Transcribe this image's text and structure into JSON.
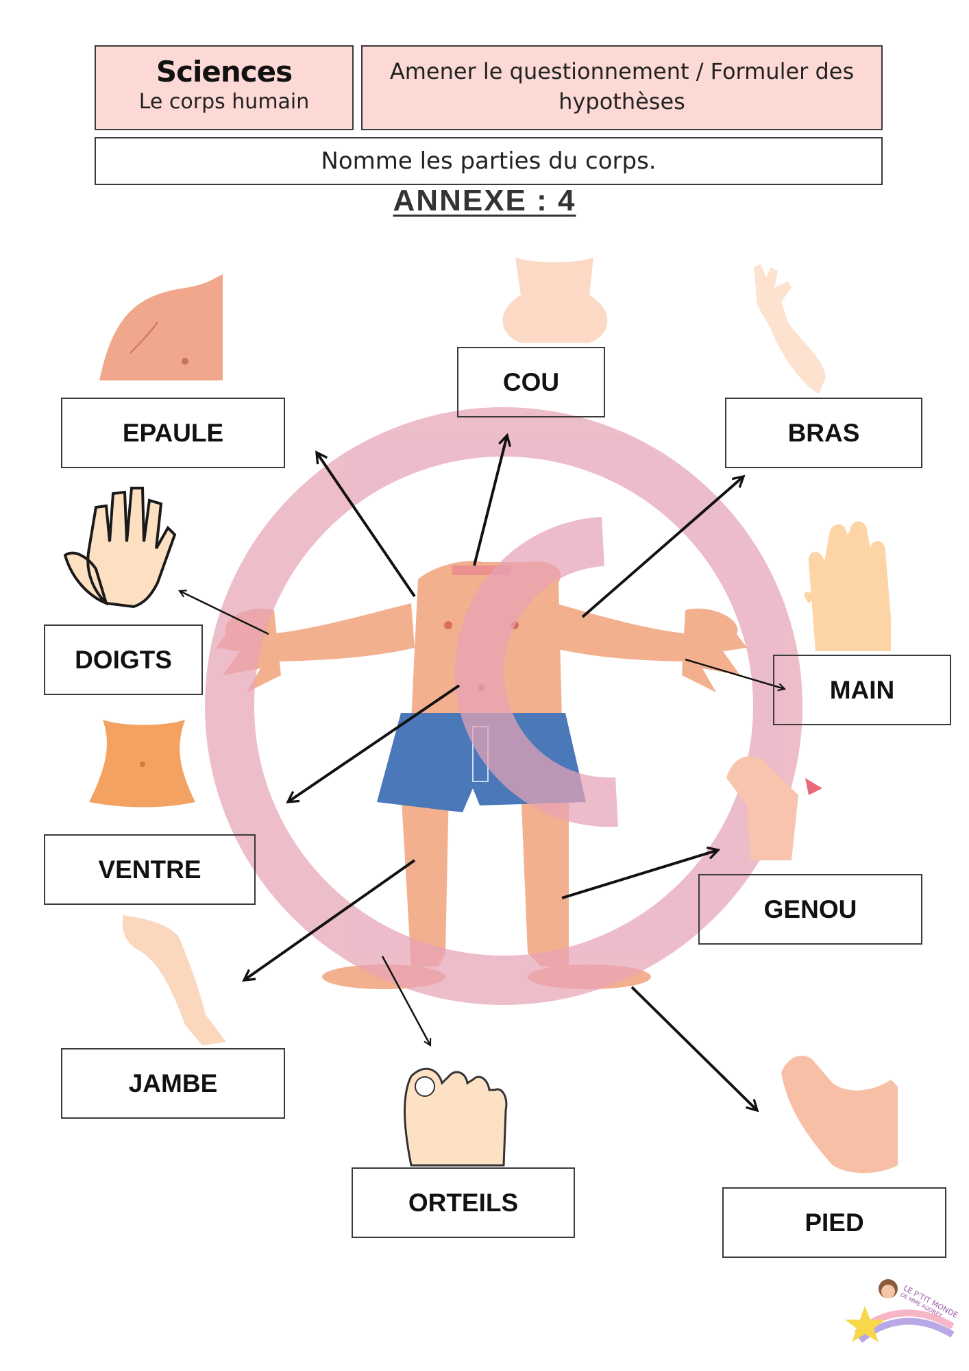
{
  "header": {
    "subject": "Sciences",
    "topic": "Le corps humain",
    "objective": "Amener le questionnement / Formuler des hypothèses"
  },
  "instruction": "Nomme les parties du corps.",
  "annexe": "ANNEXE : 4",
  "labels": {
    "epaule": "EPAULE",
    "cou": "COU",
    "bras": "BRAS",
    "doigts": "DOIGTS",
    "main": "MAIN",
    "ventre": "VENTRE",
    "genou": "GENOU",
    "jambe": "JAMBE",
    "orteils": "ORTEILS",
    "pied": "PIED"
  },
  "logo": {
    "line1": "LE P'TIT MONDE",
    "line2": "DE MME AUDREY"
  },
  "colors": {
    "header_fill": "#fcd9d5",
    "watermark": "#e7a3b6",
    "skin": "#f3b08f",
    "shorts": "#4a78b8"
  }
}
